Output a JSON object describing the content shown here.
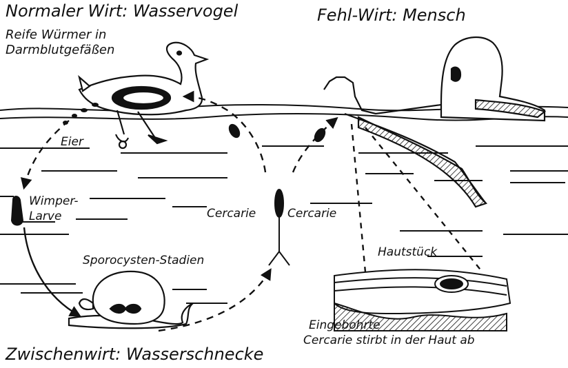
{
  "labels": {
    "normal_host": "Normaler Wirt: Wasservogel",
    "mature_worms_line1": "Reife Würmer in",
    "mature_worms_line2": "Darmblutgefäßen",
    "wrong_host": "Fehl-Wirt: Mensch",
    "eggs": "Eier",
    "miracidium_line1": "Wimper-",
    "miracidium_line2": "Larve",
    "cercaria_left": "Cercarie",
    "cercaria_right": "Cercarie",
    "sporocysts": "Sporocysten-Stadien",
    "skin_piece": "Hautstück",
    "dies_line1": "Eingebohrte",
    "dies_line2": "Cercarie stirbt in der Haut ab",
    "intermediate_host": "Zwischenwirt: Wasserschnecke"
  },
  "icons": [
    "duck",
    "snail",
    "swimmer",
    "cercaria",
    "miracidium",
    "skin-section",
    "water-lines"
  ],
  "colors": {
    "ink": "#111111",
    "paper": "#ffffff"
  }
}
